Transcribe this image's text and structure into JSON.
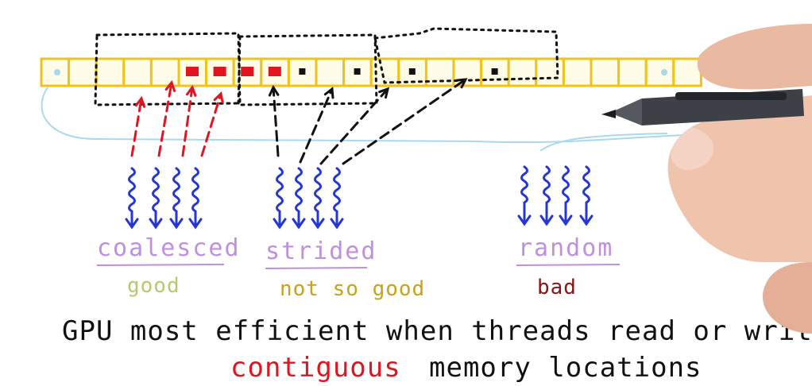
{
  "patterns": [
    {
      "id": "coalesced",
      "label": "coalesced",
      "verdict": "good",
      "label_color": "#c08fe0",
      "verdict_color": "#b7c96a"
    },
    {
      "id": "strided",
      "label": "strided",
      "verdict": "not so good",
      "label_color": "#c08fe0",
      "verdict_color": "#c9a21a"
    },
    {
      "id": "random",
      "label": "random",
      "verdict": "bad",
      "label_color": "#c08fe0",
      "verdict_color": "#8a1414"
    }
  ],
  "caption": {
    "line1": "GPU most efficient when threads read or write",
    "line2_highlight": "contiguous",
    "line2_rest": "memory locations"
  },
  "colors": {
    "memory_border": "#f0c21a",
    "memory_fill": "#fffce8",
    "coalesced_arrows": "#e0151f",
    "strided_arrows": "#111111",
    "threads": "#2436d6",
    "connector": "#a8d9ef",
    "highlight": "#e0151f",
    "ink": "#111111"
  },
  "icons": [
    "pen-icon",
    "hand-icon"
  ]
}
